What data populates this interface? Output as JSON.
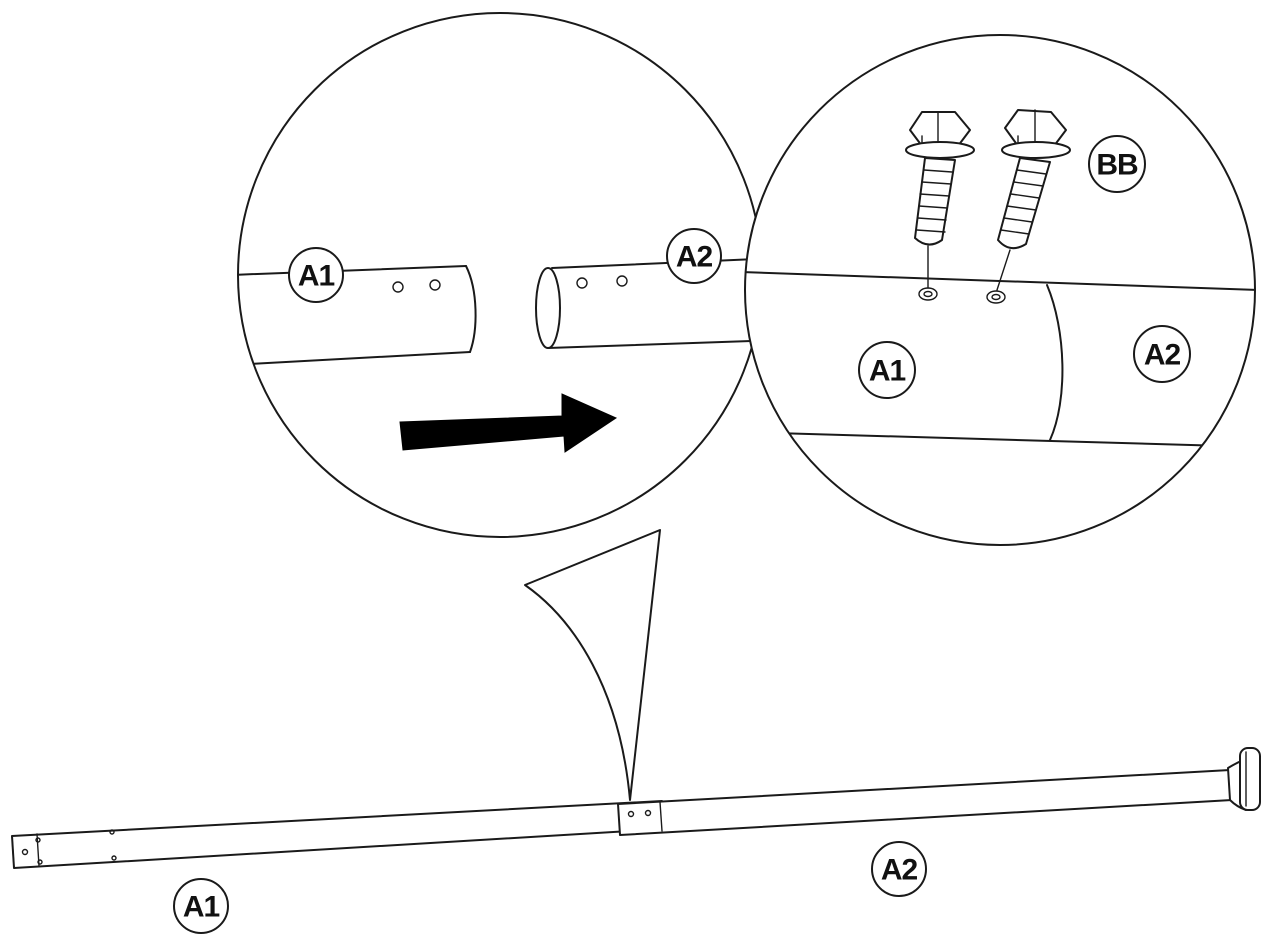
{
  "labels": {
    "step_left_a1": "A1",
    "step_left_a2": "A2",
    "step_right_bb": "BB",
    "step_right_a1": "A1",
    "step_right_a2": "A2",
    "bar_a1": "A1",
    "bar_a2": "A2"
  },
  "colors": {
    "line": "#1a1a1a",
    "background": "#ffffff",
    "arrow": "#000000"
  },
  "icons": {
    "direction": "arrow-right-icon",
    "fastener": "hex-bolt-icon"
  }
}
